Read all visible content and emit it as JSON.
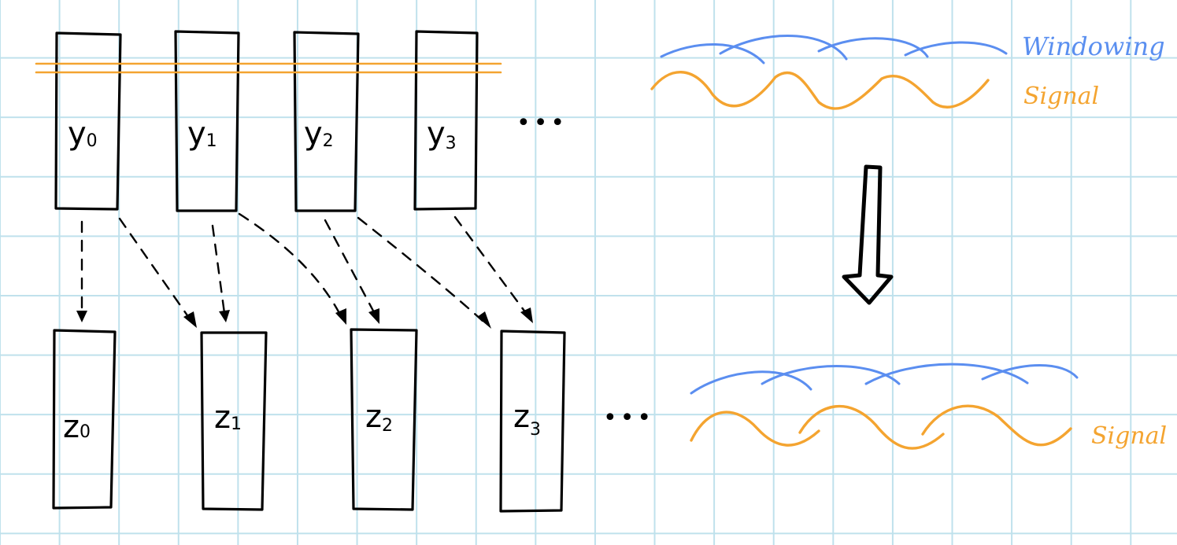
{
  "top_row": {
    "labels": [
      "y0",
      "y1",
      "y2",
      "y3"
    ],
    "display": [
      {
        "base": "y",
        "sub": "0"
      },
      {
        "base": "y",
        "sub": "1"
      },
      {
        "base": "y",
        "sub": "2"
      },
      {
        "base": "y",
        "sub": "3"
      }
    ],
    "ellipsis": "•••"
  },
  "bottom_row": {
    "display": [
      {
        "base": "z",
        "sub": "0"
      },
      {
        "base": "z",
        "sub": "1"
      },
      {
        "base": "z",
        "sub": "2"
      },
      {
        "base": "z",
        "sub": "3"
      }
    ],
    "ellipsis": "•••"
  },
  "connections": [
    {
      "from": "y0",
      "to": "z0"
    },
    {
      "from": "y0",
      "to": "z1"
    },
    {
      "from": "y1",
      "to": "z1"
    },
    {
      "from": "y1",
      "to": "z2"
    },
    {
      "from": "y2",
      "to": "z2"
    },
    {
      "from": "y2",
      "to": "z3"
    },
    {
      "from": "y3",
      "to": "z3"
    }
  ],
  "legend": {
    "windowing_label": "Windowing",
    "signal_label_top": "Signal",
    "signal_label_bottom": "Signal"
  },
  "colors": {
    "windowing": "#5b8ef0",
    "signal": "#f4a430",
    "grid": "#bfe1ec"
  }
}
